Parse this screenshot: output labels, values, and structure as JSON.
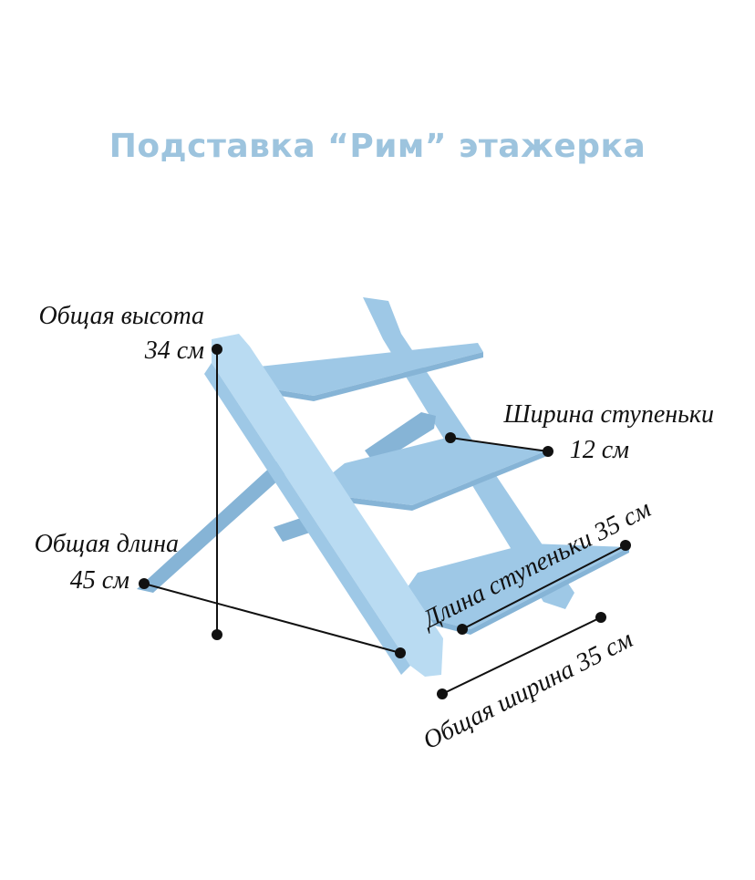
{
  "title": "Подставка “Рим” этажерка",
  "colors": {
    "title": "#9dc4de",
    "wood": "#9ec8e6",
    "wood_dark": "#86b4d6",
    "wood_light": "#b9dbf2"
  },
  "dimensions": {
    "height_label": "Общая высота",
    "height_value": "34 см",
    "step_width_label": "Ширина ступеньки",
    "step_width_value": "12 см",
    "length_label": "Общая длина",
    "length_value": "45 см",
    "step_length_label": "Длина ступеньки 35 см",
    "overall_width_label": "Общая ширина 35 см"
  }
}
